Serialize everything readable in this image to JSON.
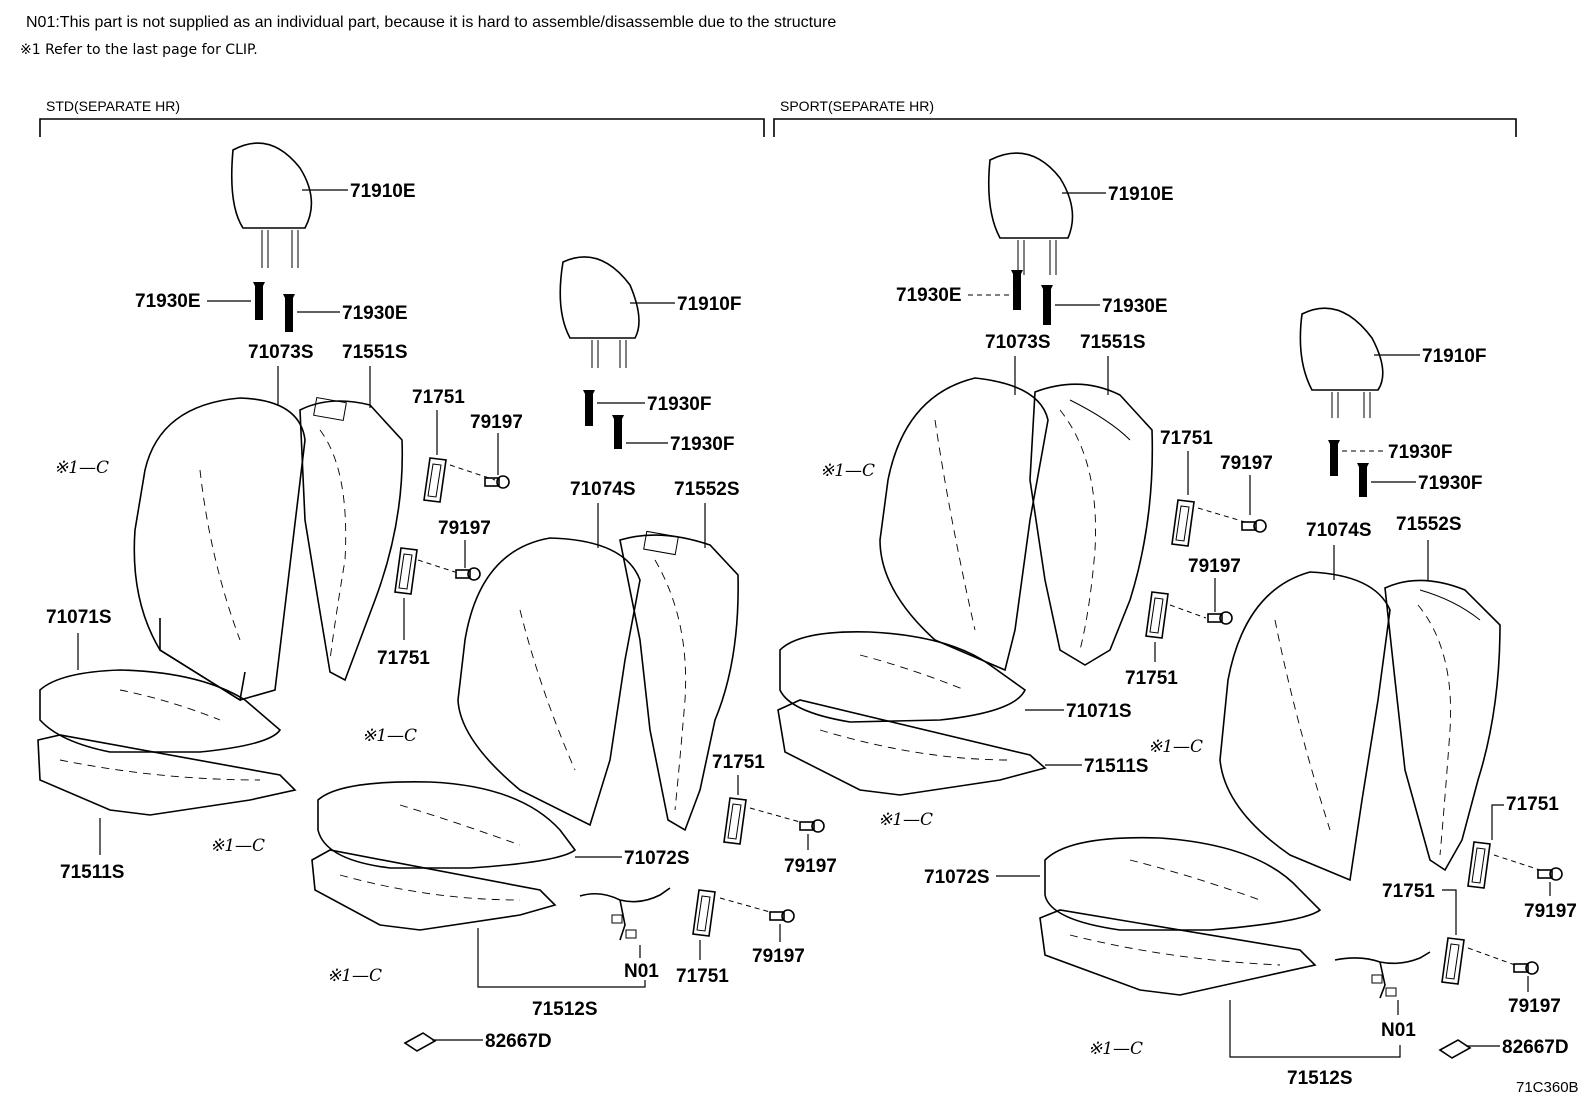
{
  "notes": {
    "n01": "N01:This part is not supplied as an individual part, because it is hard to assemble/disassemble due to the structure",
    "clip_ref": "※1 Refer to the last page for CLIP."
  },
  "sections": {
    "std": "STD(SEPARATE HR)",
    "sport": "SPORT(SEPARATE HR)"
  },
  "clip_marker": "※1—C",
  "diagram_code": "71C360B",
  "std_labels": {
    "hr_front": "71910E",
    "guide_front_a": "71930E",
    "guide_front_b": "71930E",
    "back_front": "71073S",
    "back_frame_front": "71551S",
    "hr_rear": "71910F",
    "guide_rear_a": "71930F",
    "guide_rear_b": "71930F",
    "back_rear": "71074S",
    "back_frame_rear": "71552S",
    "cover_a": "71751",
    "screw_a": "79197",
    "screw_b": "79197",
    "cover_b": "71751",
    "cushion_front": "71071S",
    "pad_front": "71511S",
    "cover_c": "71751",
    "screw_c": "79197",
    "cushion_rear": "71072S",
    "cover_d": "71751",
    "screw_d": "79197",
    "n01": "N01",
    "pad_rear": "71512S",
    "sensor": "82667D"
  },
  "sport_labels": {
    "hr_front": "71910E",
    "guide_front_a": "71930E",
    "guide_front_b": "71930E",
    "back_front": "71073S",
    "back_frame_front": "71551S",
    "hr_rear": "71910F",
    "guide_rear_a": "71930F",
    "guide_rear_b": "71930F",
    "cover_a": "71751",
    "screw_a": "79197",
    "screw_b": "79197",
    "cover_b": "71751",
    "back_rear": "71074S",
    "back_frame_rear": "71552S",
    "cushion_front": "71071S",
    "pad_front": "71511S",
    "cover_c": "71751",
    "screw_c": "79197",
    "cushion_rear": "71072S",
    "cover_d": "71751",
    "screw_d": "79197",
    "n01": "N01",
    "pad_rear": "71512S",
    "sensor": "82667D"
  }
}
